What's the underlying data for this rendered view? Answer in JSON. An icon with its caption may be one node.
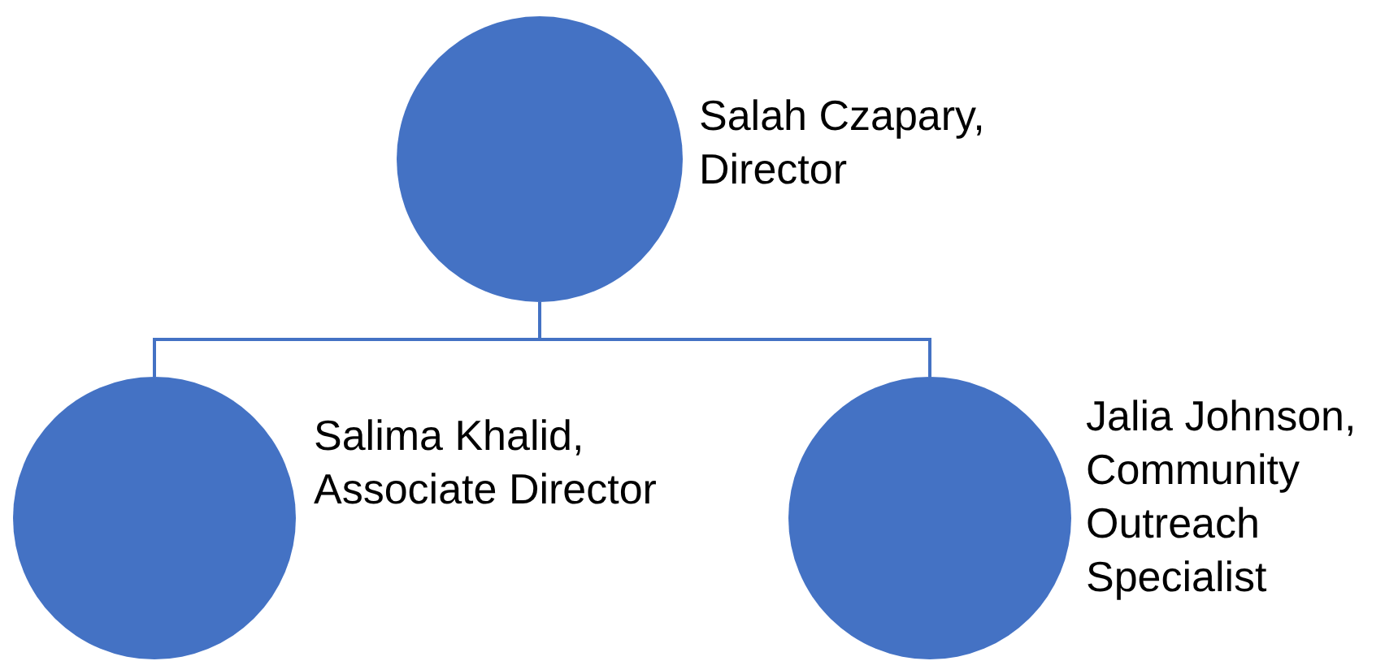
{
  "diagram": {
    "nodes": [
      {
        "text": [
          "Salah Czapary, Director"
        ]
      },
      {
        "text": [
          "Salima Khalid, Associate Director"
        ]
      },
      {
        "text": [
          "Jalia Johnson, Community Outreach Specialist"
        ]
      }
    ],
    "edges": [
      {
        "from": 0,
        "to": 1,
        "arrow": "none"
      },
      {
        "from": 0,
        "to": 2,
        "arrow": "none"
      }
    ]
  }
}
